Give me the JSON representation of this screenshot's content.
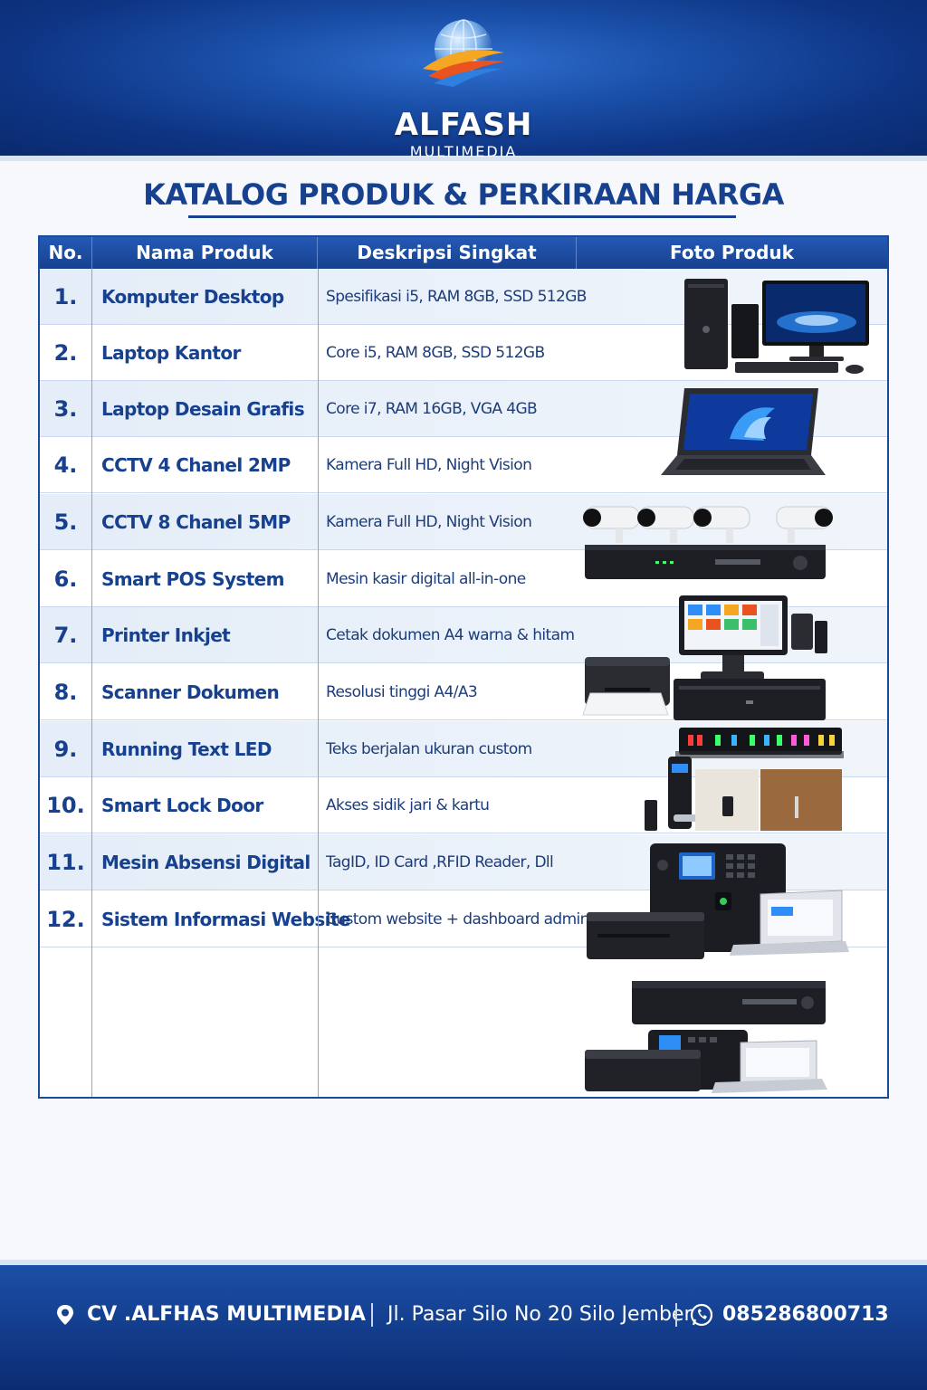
{
  "brand": {
    "name": "ALFASH",
    "tagline": "MULTIMEDIA"
  },
  "title": "KATALOG PRODUK & PERKIRAAN HARGA",
  "table": {
    "headers": [
      "No.",
      "Nama Produk",
      "Deskripsi Singkat",
      "Foto Produk"
    ],
    "rows": [
      {
        "no": "1.",
        "name": "Komputer Desktop",
        "desc": "Spesifikasi i5, RAM 8GB, SSD 512GB"
      },
      {
        "no": "2.",
        "name": "Laptop Kantor",
        "desc": "Core i5, RAM 8GB, SSD 512GB"
      },
      {
        "no": "3.",
        "name": "Laptop Desain Grafis",
        "desc": "Core i7, RAM 16GB, VGA 4GB"
      },
      {
        "no": "4.",
        "name": "CCTV 4 Chanel 2MP",
        "desc": "Kamera Full HD, Night Vision"
      },
      {
        "no": "5.",
        "name": "CCTV 8 Chanel 5MP",
        "desc": "Kamera Full HD, Night Vision"
      },
      {
        "no": "6.",
        "name": "Smart POS System",
        "desc": "Mesin kasir digital  all-in-one"
      },
      {
        "no": "7.",
        "name": "Printer Inkjet",
        "desc": "Cetak dokumen A4 warna & hitam"
      },
      {
        "no": "8.",
        "name": "Scanner Dokumen",
        "desc": "Resolusi tinggi A4/A3"
      },
      {
        "no": "9.",
        "name": "Running Text LED",
        "desc": "Teks berjalan ukuran custom"
      },
      {
        "no": "10.",
        "name": "Smart Lock Door",
        "desc": "Akses sidik jari & kartu"
      },
      {
        "no": "11.",
        "name": "Mesin Absensi Digital",
        "desc": "TagID, ID Card ,RFID Reader, Dll"
      },
      {
        "no": "12.",
        "name": "Sistem Informasi Website",
        "desc": "Custom website + dashboard admin"
      }
    ]
  },
  "footer": {
    "company": "CV .ALFHAS MULTIMEDIA",
    "address": "Jl. Pasar Silo No 20 Silo Jember",
    "phone": "085286800713"
  },
  "colors": {
    "primary": "#17418f",
    "header_bg": "#1a4fa8",
    "row_alt": "#e4edf8",
    "led_red": "#ff3b3b",
    "led_green": "#3bff6a",
    "led_blue": "#3bb2ff"
  },
  "icons": [
    "globe-logo-icon",
    "location-pin-icon",
    "whatsapp-icon"
  ]
}
